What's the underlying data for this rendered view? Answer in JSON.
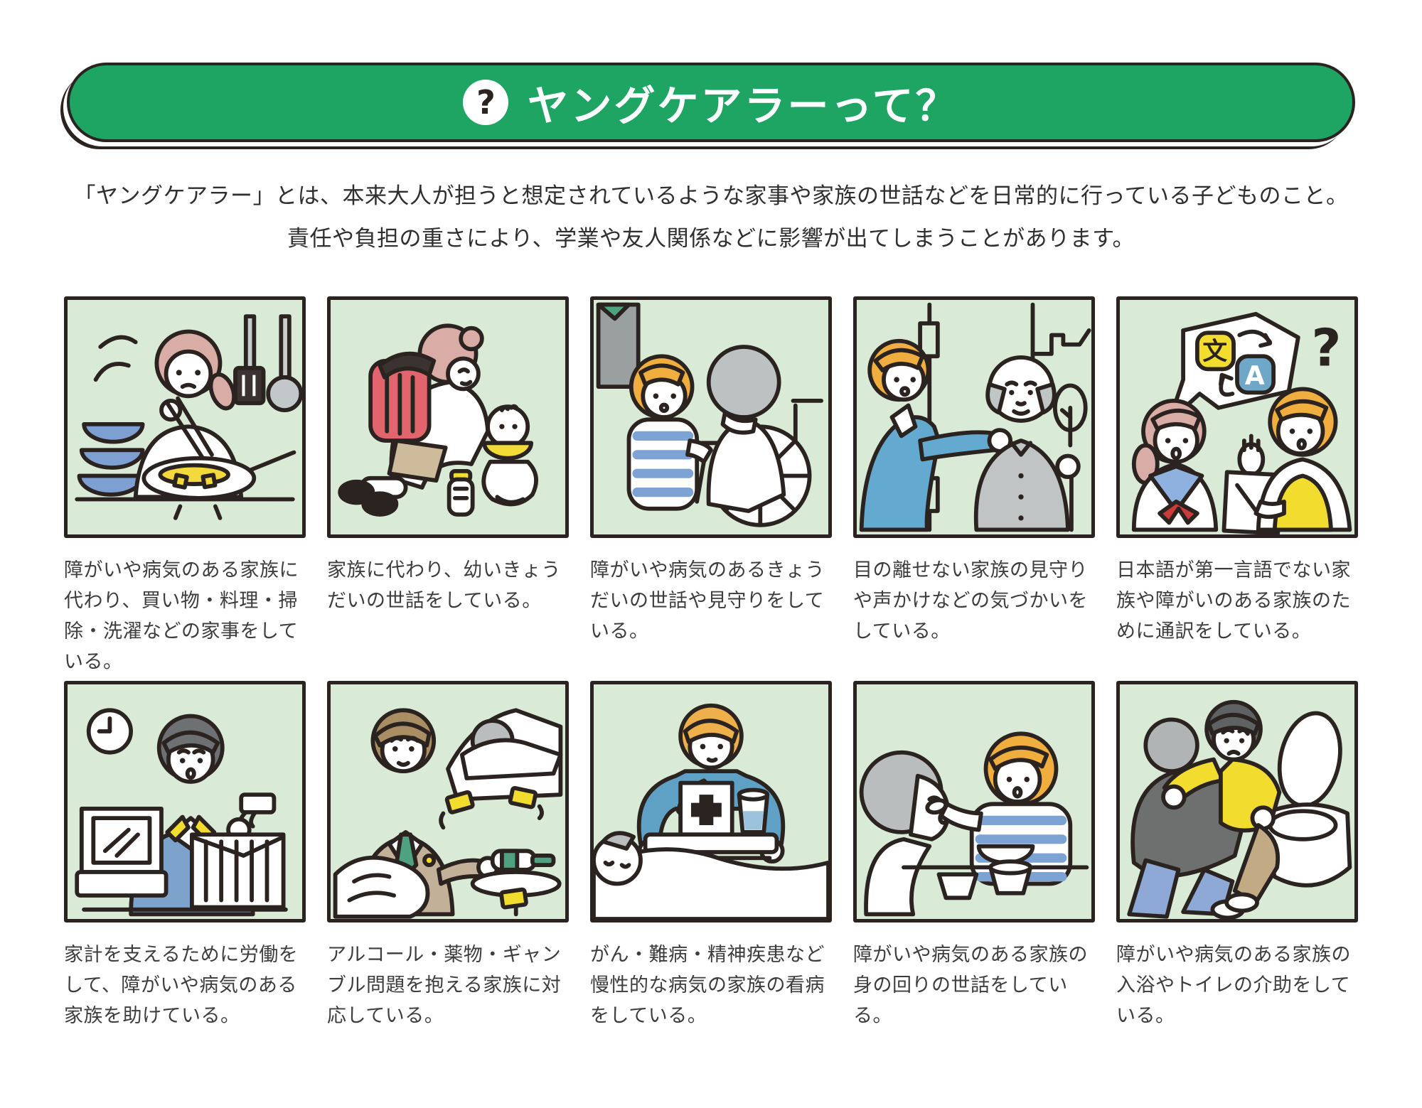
{
  "header": {
    "icon": "question-icon",
    "icon_glyph": "?",
    "title": "ヤングケアラーって？"
  },
  "intro": {
    "line1": "「ヤングケアラー」とは、本来大人が担うと想定されているような家事や家族の世話などを日常的に行っている子どものこと。",
    "line2": "責任や負担の重さにより、学業や友人関係などに影響が出てしまうことがあります。"
  },
  "panels": [
    {
      "scene": "cooking-housework-illustration",
      "caption": "障がいや病気のある家族に代わり、買い物・料理・掃除・洗濯などの家事をしている。"
    },
    {
      "scene": "babysitting-sibling-illustration",
      "caption": "家族に代わり、幼いきょうだいの世話をしている。"
    },
    {
      "scene": "wheelchair-sibling-care-illustration",
      "caption": "障がいや病気のあるきょうだいの世話や見守りをしている。"
    },
    {
      "scene": "watching-over-family-illustration",
      "caption": "目の離せない家族の見守りや声かけなどの気づかいをしている。"
    },
    {
      "scene": "interpreting-for-family-illustration",
      "caption": "日本語が第一言語でない家族や障がいのある家族のために通訳をしている。"
    },
    {
      "scene": "working-to-support-family-illustration",
      "caption": "家計を支えるために労働をして、障がいや病気のある家族を助けている。"
    },
    {
      "scene": "alcohol-drug-gambling-problem-illustration",
      "caption": "アルコール・薬物・ギャンブル問題を抱える家族に対応している。"
    },
    {
      "scene": "nursing-chronic-illness-illustration",
      "caption": "がん・難病・精神疾患など慢性的な病気の家族の看病をしている。"
    },
    {
      "scene": "daily-personal-care-illustration",
      "caption": "障がいや病気のある家族の身の回りの世話をしている。"
    },
    {
      "scene": "bathing-toilet-assist-illustration",
      "caption": "障がいや病気のある家族の入浴やトイレの介助をしている。"
    }
  ],
  "colors": {
    "banner_green": "#1ea563",
    "panel_background": "#d9ead7",
    "outline": "#2b2320",
    "caption_text": "#3d3d3d"
  }
}
